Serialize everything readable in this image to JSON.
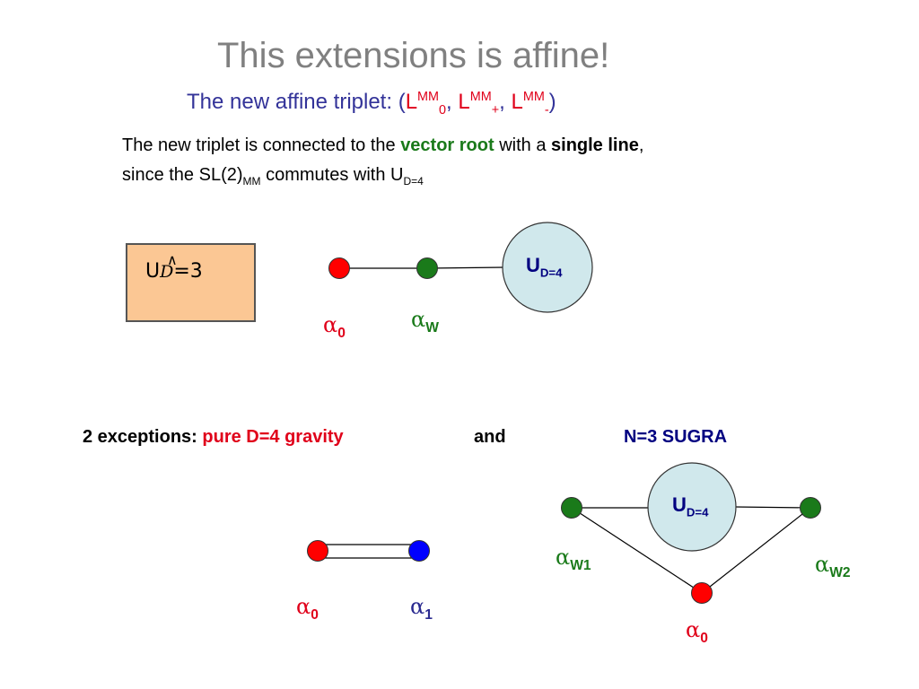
{
  "title": "This extensions is affine!",
  "subtitle": {
    "prefix": "The new affine triplet: (",
    "L": "L",
    "MM": "MM",
    "sub0": "0",
    "plus": "+",
    "minus": "-",
    "comma": ", ",
    "suffix": ")"
  },
  "body": {
    "line1_a": "The new triplet is connected to the ",
    "line1_vector_root": "vector root",
    "line1_b": " with a ",
    "line1_single_line": "single line",
    "line1_c": ",",
    "line2_a": "since the SL(2)",
    "line2_mm": "MM",
    "line2_b": " commutes with U",
    "line2_d4": "D=4"
  },
  "box": {
    "U": "U",
    "hat": "∧",
    "D": "D",
    "eq3": "=3"
  },
  "top_diagram": {
    "circle_U": "U",
    "circle_sub": "D=4",
    "alpha": "α",
    "alpha0_sub": "0",
    "alphaW_sub": "W"
  },
  "exceptions": {
    "label": "2 exceptions: ",
    "gravity": "pure D=4 gravity",
    "and": "and",
    "sugra": "N=3 SUGRA"
  },
  "gravity_diagram": {
    "alpha": "α",
    "a0_sub": "0",
    "a1_sub": "1"
  },
  "sugra_diagram": {
    "circle_U": "U",
    "circle_sub": "D=4",
    "alpha": "α",
    "w1_sub": "W1",
    "w2_sub": "W2",
    "a0_sub": "0"
  },
  "colors": {
    "red_node": "#ff0000",
    "green_node": "#1a7a1a",
    "blue_node": "#0000ff",
    "circle_fill": "#d0e8ec",
    "box_fill": "#fbc794"
  }
}
